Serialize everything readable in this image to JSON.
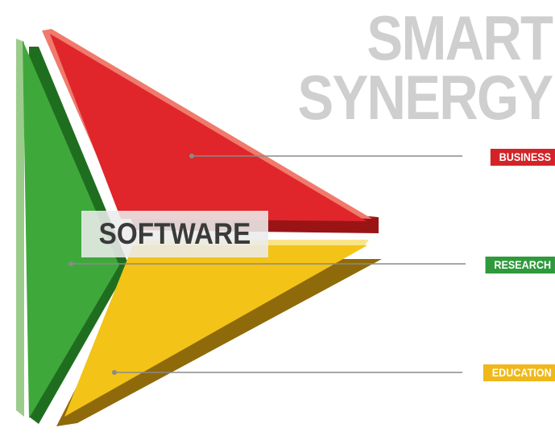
{
  "title": {
    "line1": "SMART",
    "line2": "SYNERGY"
  },
  "center_label": "SOFTWARE",
  "segments": [
    {
      "key": "business",
      "label": "BUSINESS",
      "color": "#d32327"
    },
    {
      "key": "research",
      "label": "RESEARCH",
      "color": "#2f9a3c"
    },
    {
      "key": "education",
      "label": "EDUCATION",
      "color": "#f0b81a"
    }
  ],
  "colors": {
    "red": "#e0262b",
    "red_dark": "#9a1416",
    "green": "#3fa83b",
    "green_dark": "#1f6e1f",
    "yellow": "#f3c318",
    "yellow_dark": "#8f6a0a",
    "title_gray": "#cfcfcf",
    "connector": "#8a8a8a"
  }
}
